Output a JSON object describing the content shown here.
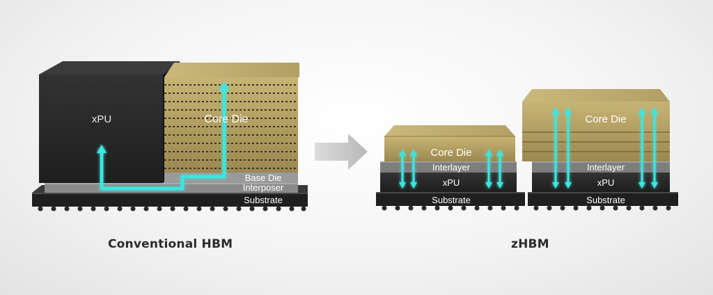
{
  "conventional": {
    "caption": "Conventional HBM",
    "xpu": "xPU",
    "core_die": "Core Die",
    "base_die": "Base Die",
    "interposer": "Interposer",
    "substrate": "Substrate"
  },
  "zhbm": {
    "caption": "zHBM",
    "left_stack": {
      "core_die": "Core Die",
      "interlayer": "Interlayer",
      "xpu": "xPU",
      "substrate": "Substrate"
    },
    "right_stack": {
      "core_die": "Core Die",
      "interlayer": "Interlayer",
      "xpu": "xPU",
      "substrate": "Substrate"
    }
  },
  "colors": {
    "signal_arrow": "#3ee6e0",
    "core_die_gold": "#b7a163",
    "xpu_dark": "#262626",
    "substrate_dark": "#1c1c1c",
    "interposer_gray": "#8a8a8a",
    "progress_arrow": "#c8c8c8"
  }
}
